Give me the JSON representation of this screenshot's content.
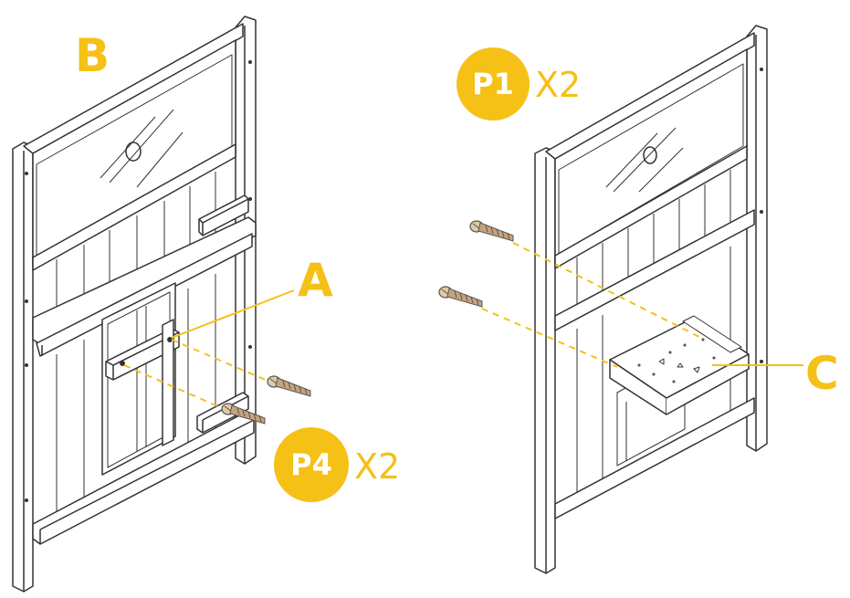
{
  "step_labels": {
    "panel": "B",
    "part_a": "A",
    "part_c": "C"
  },
  "hardware": [
    {
      "code": "P1",
      "quantity": "X2"
    },
    {
      "code": "P4",
      "quantity": "X2"
    }
  ],
  "colors": {
    "accent": "#F5C117",
    "line": "#333333",
    "screw": "#C8A27A"
  }
}
